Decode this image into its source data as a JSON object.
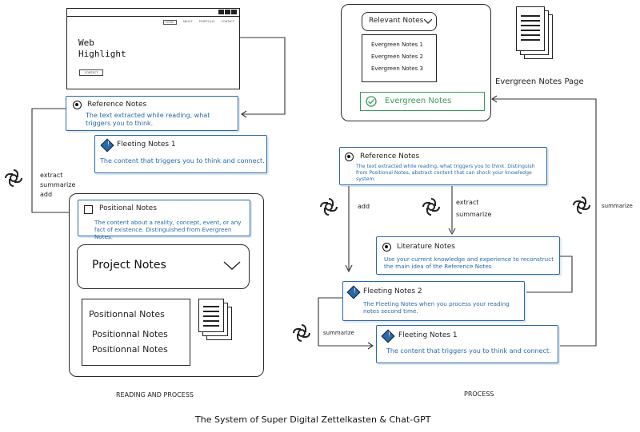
{
  "web": {
    "title_line1": "Web",
    "title_line2": "Highlight",
    "button": "CONTACT",
    "nav": [
      "HOME",
      "ABOUT",
      "PORTFOLIO",
      "CONTACT"
    ]
  },
  "left": {
    "reference": {
      "title": "Reference Notes",
      "body": "The text extracted while reading, what triggers you to think."
    },
    "fleeting": {
      "title": "Fleeting Notes 1",
      "body": "The content that triggers you to think and connect."
    },
    "gpt_labels": [
      "extract",
      "summarize",
      "add"
    ],
    "positional": {
      "title": "Positional Notes",
      "body": "The content about a reality, concept, event, or any fact of existence. Distinguished from Evergreen Notes."
    },
    "project": "Project Notes",
    "positional_list": [
      "Positionnal Notes",
      "Positionnal Notes",
      "Positionnal Notes"
    ],
    "section_label": "READING AND PROCESS"
  },
  "right": {
    "relevant_notes": "Relevant Notes",
    "evergreen_list": [
      "Evergreen Notes 1",
      "Evergreen Notes 2",
      "Evergreen Notes 3"
    ],
    "evergreen_button": "Evergreen Notes",
    "evergreen_page_label": "Evergreen Notes Page",
    "reference": {
      "title": "Reference Notes",
      "body": "The text extracted while reading, what triggers you to think. Distinguish from Positional Notes, abstract content that can shock your knowledge system."
    },
    "add_label": "add",
    "extract_label": "extract",
    "summarize_label_mid": "summarize",
    "summarize_label_right": "summarize",
    "literature": {
      "title": "Literature Notes",
      "body": "Use your current knowledge and experience to reconstruct the main idea of the Reference Notes"
    },
    "fleeting2": {
      "title": "Fleeting Notes 2",
      "body": "The Fleeting Notes when you process your reading notes second time."
    },
    "summarize_label_left": "summarize",
    "fleeting1": {
      "title": "Fleeting Notes 1",
      "body": "The content that triggers you to think and connect."
    },
    "section_label": "PROCESS"
  },
  "footer": {
    "title": "The System of Super Digital Zettelkasten & Chat-GPT"
  },
  "colors": {
    "note_blue": "#2a6aa8",
    "evergreen_green": "#3a9a5a",
    "ink": "#222222"
  }
}
